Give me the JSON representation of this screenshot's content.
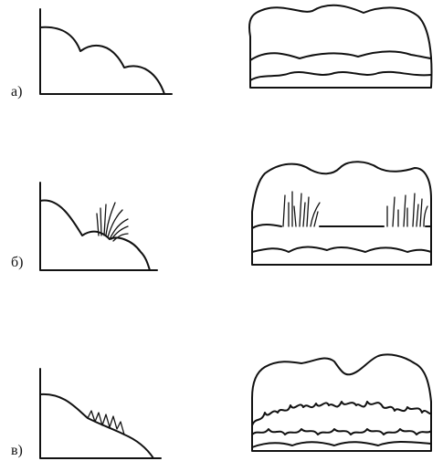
{
  "rows": [
    {
      "id": "a",
      "label": "а)"
    },
    {
      "id": "b",
      "label": "б)"
    },
    {
      "id": "v",
      "label": "в)"
    }
  ],
  "colors": {
    "ink": "#111111",
    "background": "#ffffff"
  }
}
